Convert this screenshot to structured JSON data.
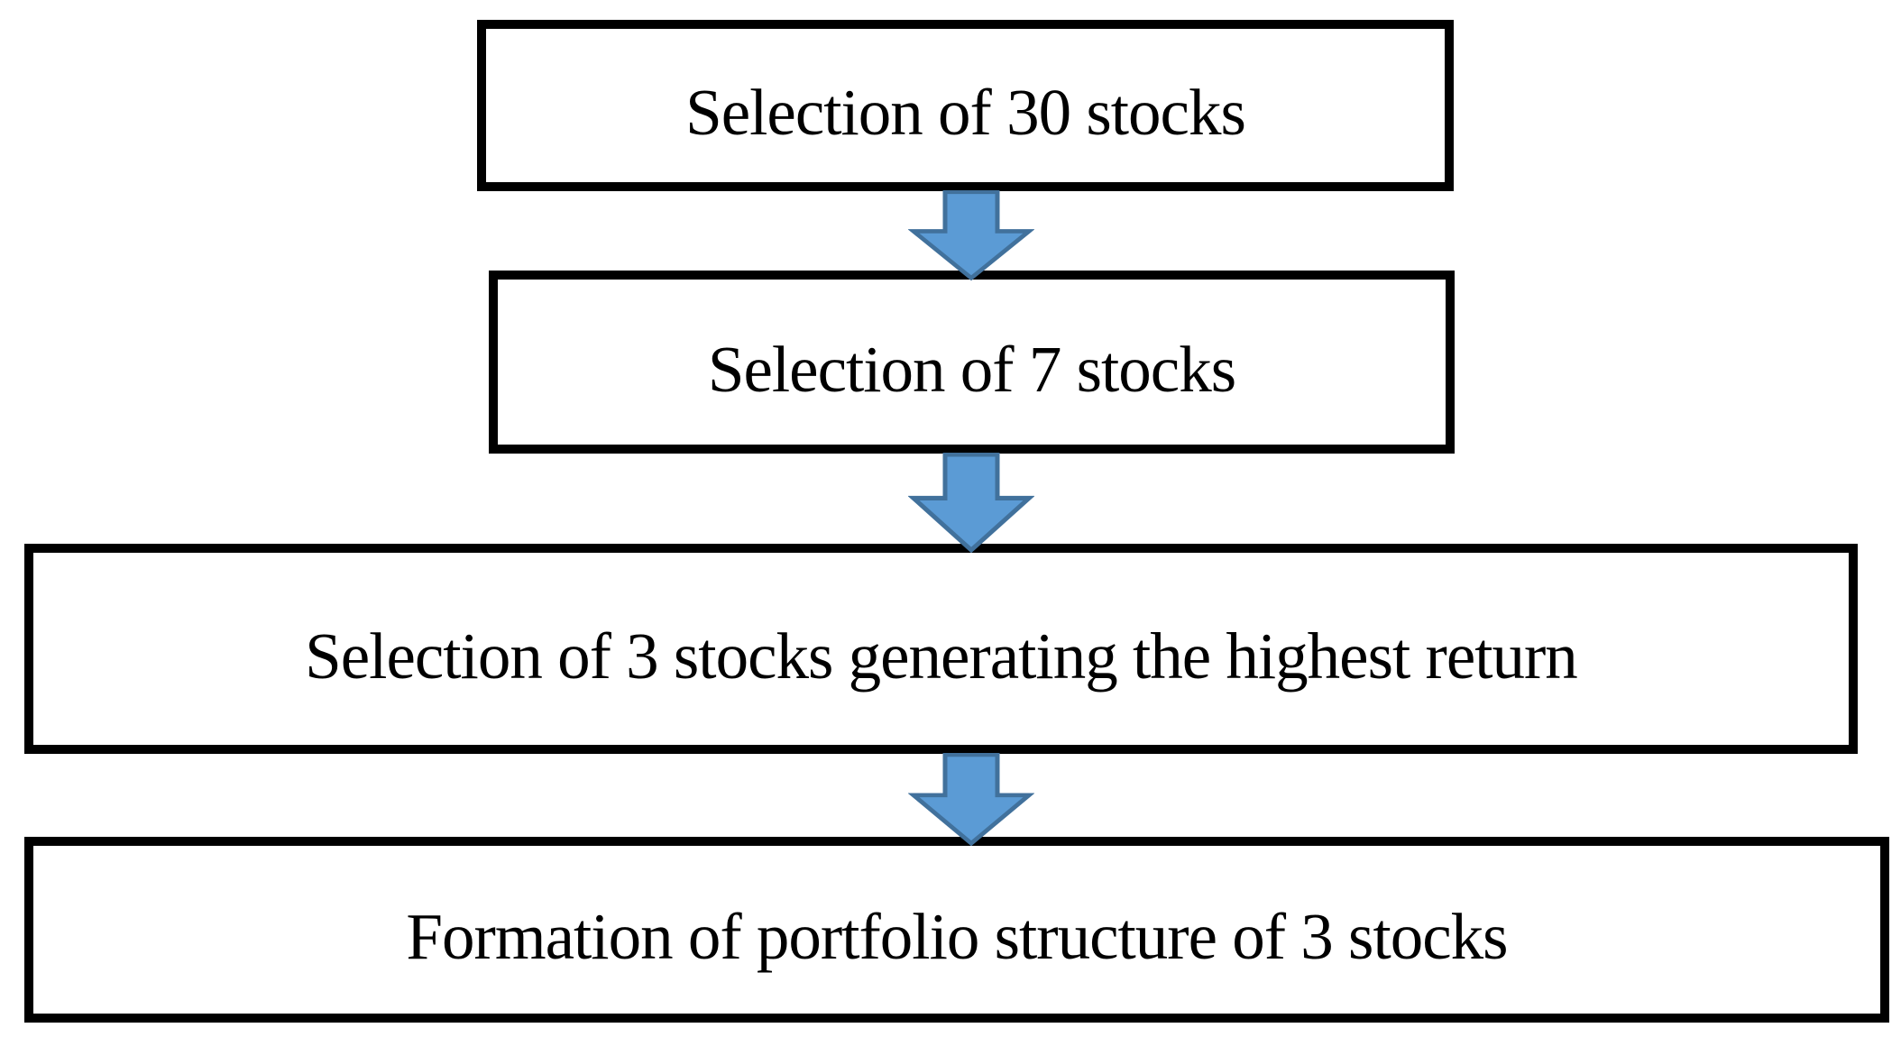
{
  "colors": {
    "background": "#FFFFFF",
    "box_border": "#000000",
    "text": "#000000",
    "arrow_fill": "#5B9BD5",
    "arrow_stroke": "#41719C"
  },
  "steps": [
    {
      "label": "Selection of 30 stocks"
    },
    {
      "label": "Selection of 7 stocks"
    },
    {
      "label": "Selection of 3 stocks generating the highest return"
    },
    {
      "label": "Formation of portfolio structure of 3 stocks"
    }
  ]
}
